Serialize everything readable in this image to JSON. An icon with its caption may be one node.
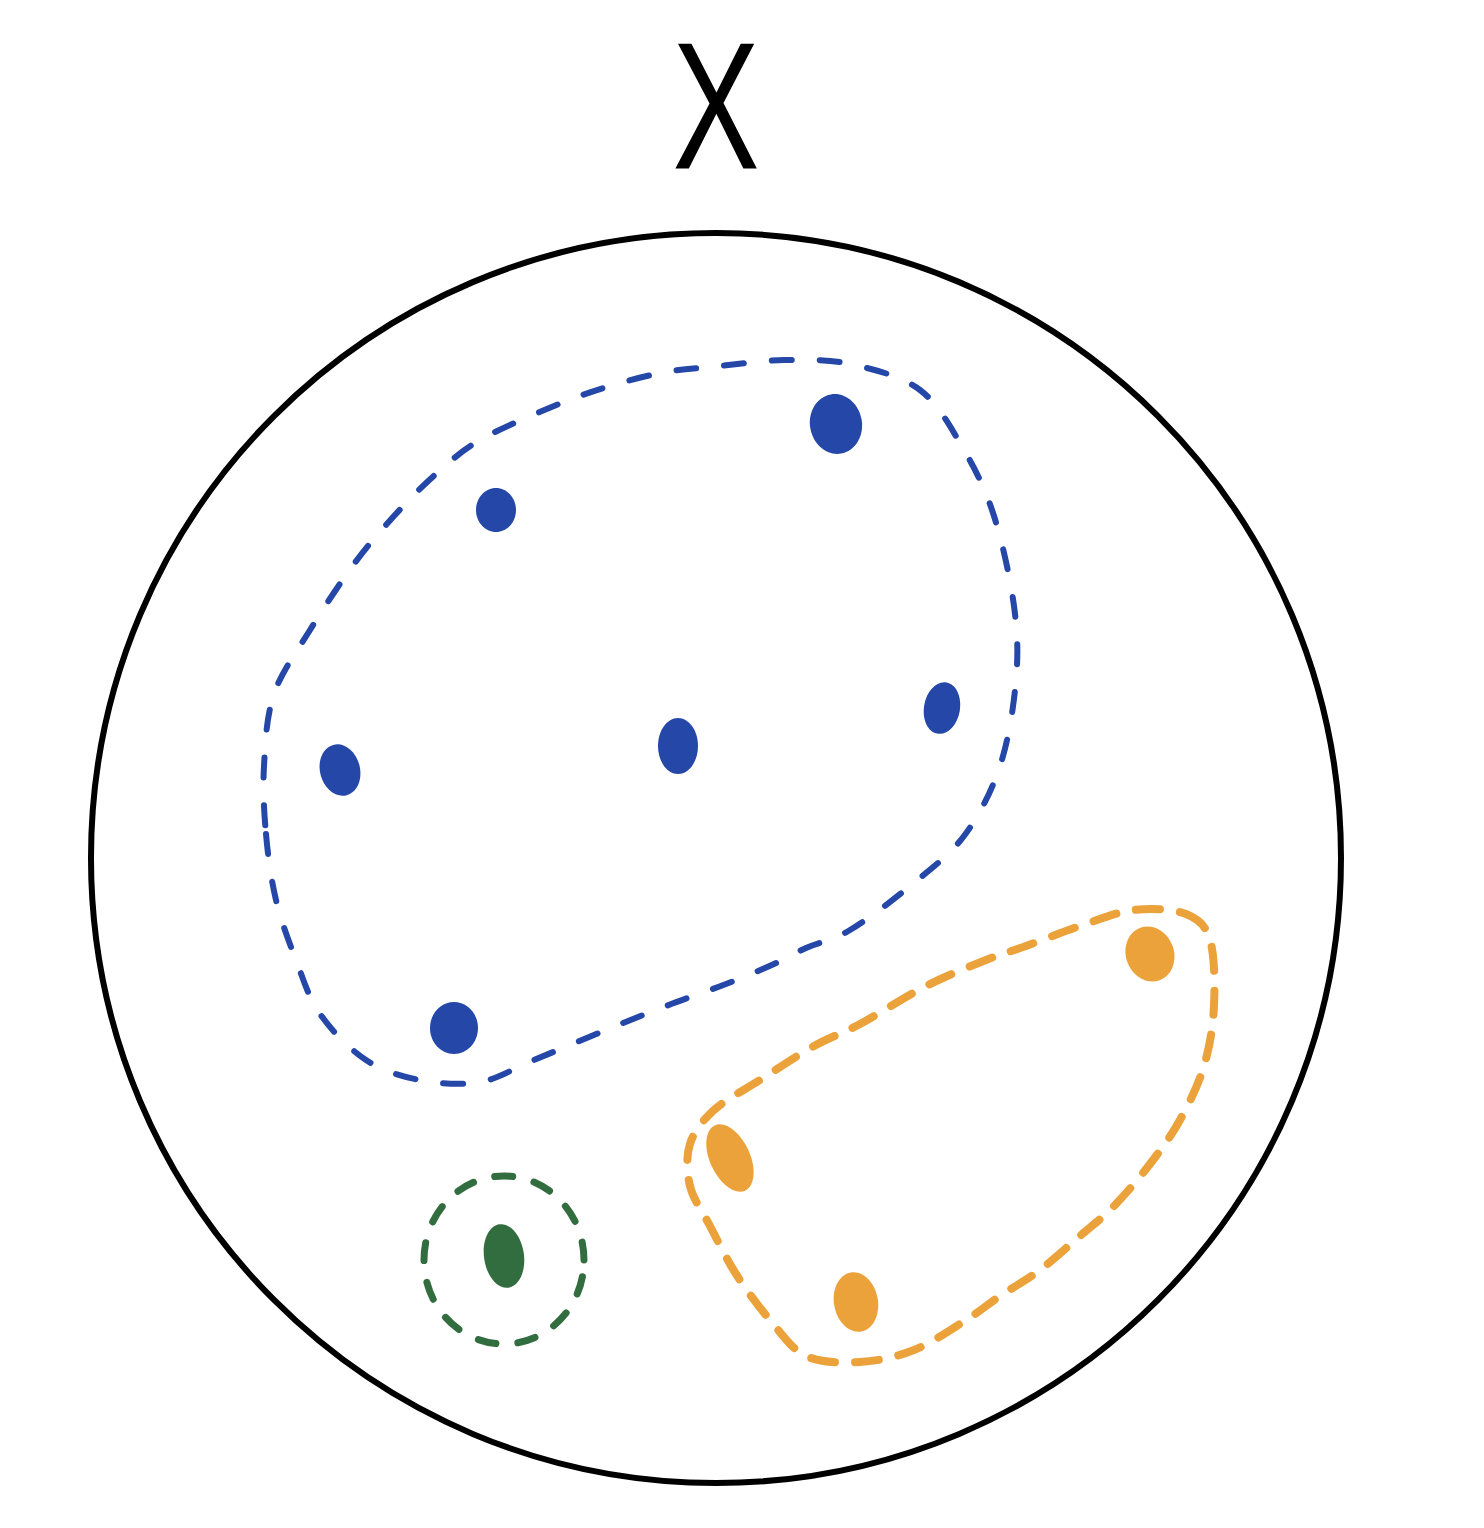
{
  "diagram": {
    "nodes": [
      {
        "text": [
          "X"
        ]
      },
      {
        "text": [],
        "shape": "blob",
        "in": 0
      },
      {
        "text": [],
        "shape": "dot",
        "in": 1
      },
      {
        "text": [],
        "shape": "dot",
        "in": 1
      },
      {
        "text": [],
        "shape": "dot",
        "in": 1
      },
      {
        "text": [],
        "shape": "dot",
        "in": 1
      },
      {
        "text": [],
        "shape": "dot",
        "in": 1
      },
      {
        "text": [],
        "shape": "dot",
        "in": 1
      },
      {
        "text": [],
        "shape": "blob",
        "in": 0
      },
      {
        "text": [],
        "shape": "dot",
        "in": 8
      },
      {
        "text": [],
        "shape": "dot",
        "in": 8
      },
      {
        "text": [],
        "shape": "dot",
        "in": 8
      },
      {
        "text": [],
        "shape": "circle",
        "in": 0
      },
      {
        "text": [],
        "shape": "dot",
        "in": 12
      }
    ]
  }
}
